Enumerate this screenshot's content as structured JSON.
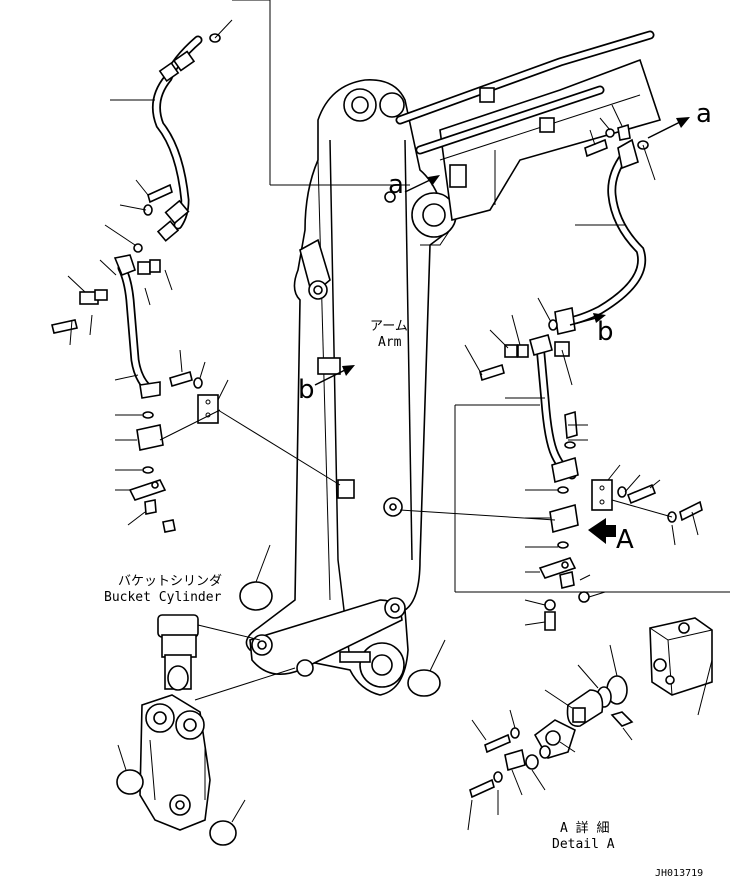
{
  "labels": {
    "arm_jp": "アーム",
    "arm_en": "Arm",
    "bucket_jp": "バケットシリンダ",
    "bucket_en": "Bucket Cylinder",
    "detail_jp": "A 詳 細",
    "detail_en": "Detail A",
    "ref_a_1": "a",
    "ref_a_2": "a",
    "ref_b_1": "b",
    "ref_b_2": "b",
    "ref_A": "A",
    "drawing_no": "JH013719"
  }
}
